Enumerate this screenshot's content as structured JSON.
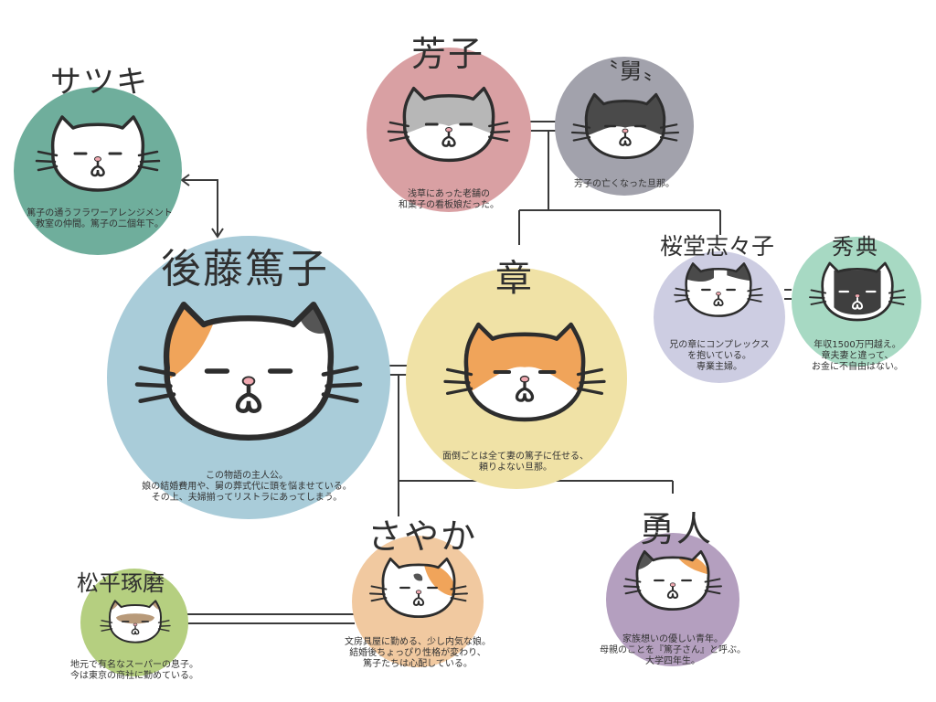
{
  "characters": {
    "satsuki": {
      "name": "サツキ",
      "desc": [
        "篤子の通うフラワーアレンジメント",
        "教室の仲間。篤子の二個年下。"
      ],
      "color": "#6fae9c"
    },
    "atsuko": {
      "name": "後藤篤子",
      "desc": [
        "この物語の主人公。",
        "娘の結婚費用や、舅の葬式代に頭を悩ませている。",
        "その上、夫婦揃ってリストラにあってしまう。"
      ],
      "color": "#a9ccd9"
    },
    "yoshiko": {
      "name": "芳子",
      "desc": [
        "浅草にあった老舗の",
        "和菓子の看板娘だった。"
      ],
      "color": "#d9a0a3"
    },
    "shuto": {
      "name": "〝舅〟",
      "desc": [
        "芳子の亡くなった旦那。"
      ],
      "color": "#a2a2ac"
    },
    "akira": {
      "name": "章",
      "desc": [
        "面倒ごとは全て妻の篤子に任せる、",
        "頼りよない旦那。"
      ],
      "color": "#f0e2a6"
    },
    "sakurado": {
      "name": "桜堂志々子",
      "desc": [
        "兄の章にコンプレックス",
        "を抱いている。",
        "専業主婦。"
      ],
      "color": "#cdcde2"
    },
    "hidenori": {
      "name": "秀典",
      "desc": [
        "年収1500万円越え。",
        "章夫妻と違って、",
        "お金に不自由はない。"
      ],
      "color": "#a7d9c3"
    },
    "sayaka": {
      "name": "さやか",
      "desc": [
        "文房具屋に勤める、少し内気な娘。",
        "結婚後ちょっぴり性格が変わり、",
        "篤子たちは心配している。"
      ],
      "color": "#f1c9a0"
    },
    "yuto": {
      "name": "勇人",
      "desc": [
        "家族想いの優しい青年。",
        "母親のことを『篤子さん』と呼ぶ。",
        "大学四年生。"
      ],
      "color": "#b49fbf"
    },
    "matsudaira": {
      "name": "松平琢磨",
      "desc": [
        "地元で有名なスーパーの息子。",
        "今は東京の商社に勤めている。"
      ],
      "color": "#b5cf80"
    }
  },
  "cats": {
    "satsuki": {
      "icon": "white-cat-icon",
      "patch": "none"
    },
    "atsuko": {
      "icon": "calico-cat-icon",
      "patch": "calico"
    },
    "yoshiko": {
      "icon": "gray-tabby-cat-icon",
      "patch": "gray"
    },
    "shuto": {
      "icon": "black-white-cat-icon",
      "patch": "black"
    },
    "akira": {
      "icon": "orange-tabby-cat-icon",
      "patch": "orange"
    },
    "sakurado": {
      "icon": "black-white-cat-icon",
      "patch": "bw"
    },
    "hidenori": {
      "icon": "fluffy-cat-icon",
      "patch": "fluffy"
    },
    "sayaka": {
      "icon": "orange-white-cat-icon",
      "patch": "sayaka"
    },
    "yuto": {
      "icon": "calico-cat-icon",
      "patch": "yuto"
    },
    "matsudaira": {
      "icon": "siamese-cat-icon",
      "patch": "siamese"
    }
  }
}
